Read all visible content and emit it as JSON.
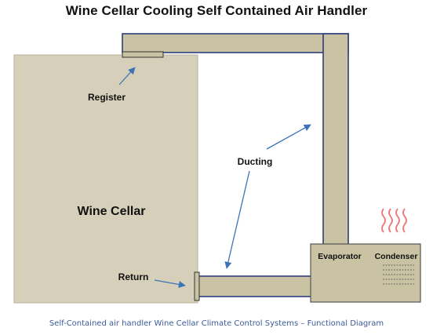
{
  "title": "Wine Cellar Cooling Self Contained Air Handler",
  "labels": {
    "cellar": "Wine Cellar",
    "register": "Register",
    "ducting": "Ducting",
    "return": "Return",
    "evaporator": "Evaporator",
    "condenser": "Condenser"
  },
  "caption": "Self-Contained air handler Wine Cellar Climate Control Systems – Functional Diagram",
  "colors": {
    "cellar_fill": "#d6d0ba",
    "duct_fill": "#c9c3a3",
    "duct_stroke": "#2f3e7d",
    "arrow": "#3d74b8",
    "heat_waves": "#ee7777",
    "caption": "#3a5a9a"
  }
}
